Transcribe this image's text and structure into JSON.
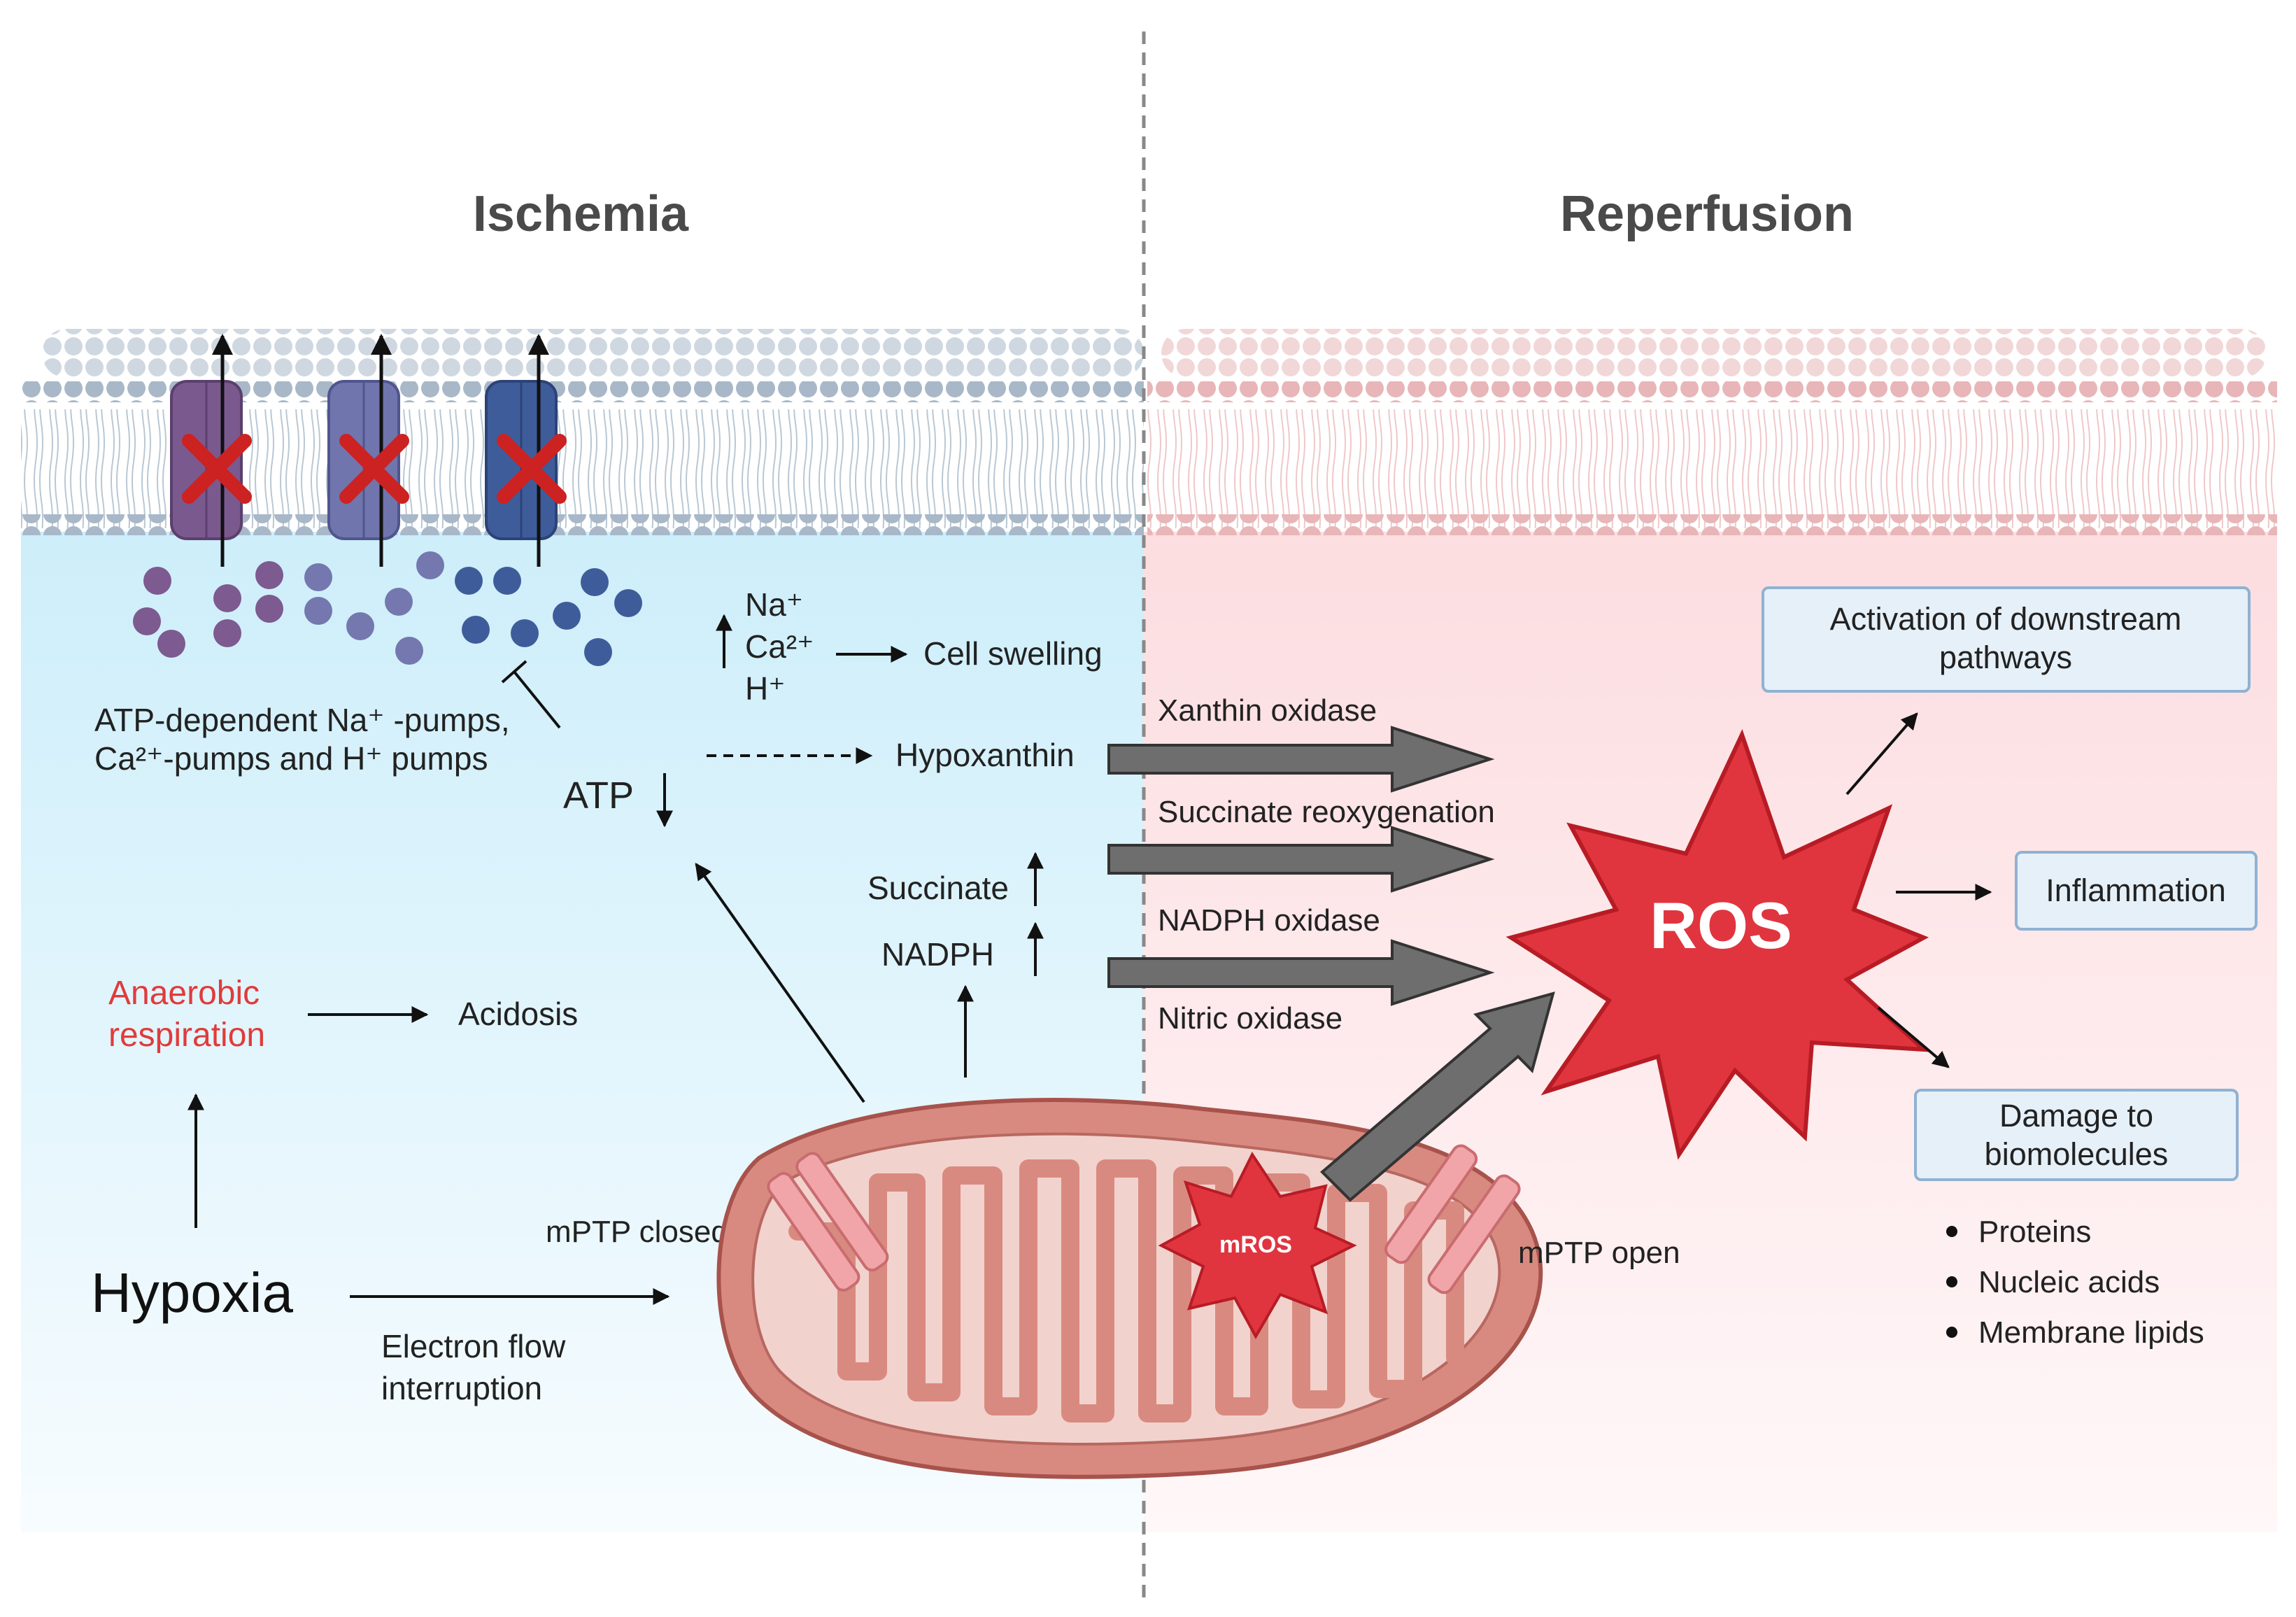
{
  "headings": {
    "left": "Ischemia",
    "right": "Reperfusion"
  },
  "ischemia": {
    "pumps_label_line1": "ATP-dependent Na⁺ -pumps,",
    "pumps_label_line2": "Ca²⁺-pumps and H⁺ pumps",
    "ions": [
      "Na⁺",
      "Ca²⁺",
      "H⁺"
    ],
    "cell_swelling": "Cell swelling",
    "hypoxanthin": "Hypoxanthin",
    "atp": "ATP",
    "succinate": "Succinate",
    "nadph": "NADPH",
    "anaerobic_line1": "Anaerobic",
    "anaerobic_line2": "respiration",
    "acidosis": "Acidosis",
    "hypoxia": "Hypoxia",
    "electron_line1": "Electron flow",
    "electron_line2": "interruption",
    "mptp_closed": "mPTP closed"
  },
  "reperfusion": {
    "sources": [
      "Xanthin oxidase",
      "Succinate reoxygenation",
      "NADPH oxidase",
      "Nitric oxidase"
    ],
    "ros": "ROS",
    "mros": "mROS",
    "mptp_open": "mPTP open",
    "outcomes": {
      "activation_line1": "Activation of downstream",
      "activation_line2": "pathways",
      "inflammation": "Inflammation",
      "damage_line1": "Damage to",
      "damage_line2": "biomolecules"
    },
    "biomolecules": [
      "Proteins",
      "Nucleic acids",
      "Membrane lipids"
    ]
  },
  "colors": {
    "ischemia_bg": "#d9f1fb",
    "reperfusion_bg": "#fde4e6",
    "ros_red": "#e0353f",
    "anaerobic_red": "#e03b3b",
    "box_fill": "#e6f0f8",
    "box_stroke": "#8fb2d2",
    "mito_outer": "#d98a80",
    "block_x": "#cc2222"
  }
}
